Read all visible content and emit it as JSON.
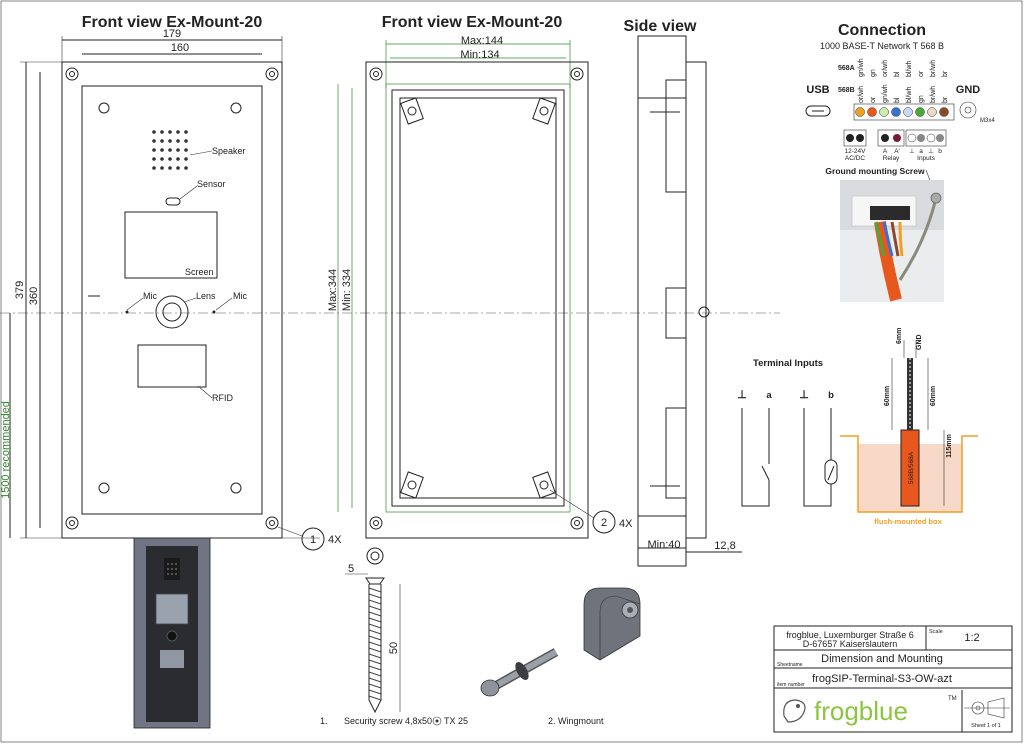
{
  "front1": {
    "title": "Front view Ex-Mount-20",
    "dim_width_outer": "179",
    "dim_width_inner": "160",
    "dim_height_outer": "379",
    "dim_height_inner": "360",
    "dim_floor": "1500 recommended",
    "label_speaker": "Speaker",
    "label_sensor": "Sensor",
    "label_screen": "Screen",
    "label_mic_left": "Mic",
    "label_lens": "Lens",
    "label_mic_right": "Mic",
    "label_rfid": "RFID",
    "callout_number": "1",
    "callout_qty": "4X"
  },
  "front2": {
    "title": "Front view Ex-Mount-20",
    "dim_max_w": "Max:144",
    "dim_min_w": "Min:134",
    "dim_max_h": "Max:344",
    "dim_min_h": "Min: 334",
    "callout_number": "2",
    "callout_qty": "4X"
  },
  "side": {
    "title": "Side view",
    "dim_min": "Min:40",
    "dim_depth": "12,8"
  },
  "connection": {
    "title": "Connection",
    "subtitle": "1000 BASE-T Network T 568 B",
    "row_568a": "568A",
    "row_568b": "568B",
    "label_usb": "USB",
    "label_gnd": "GND",
    "label_m3x4": "M3x4",
    "wires_568a": [
      "gn/wh",
      "gn",
      "or/wh",
      "bl",
      "bl/wh",
      "or",
      "br/wh",
      "br"
    ],
    "wires_568b": [
      "or/wh",
      "or",
      "gn/wh",
      "bl",
      "bl/wh",
      "gn",
      "br/wh",
      "br"
    ],
    "label_power": "12-24V",
    "label_acdc": "AC/DC",
    "label_relay": "Relay",
    "label_inputs": "Inputs",
    "relay_a1": "A",
    "relay_a2": "A'",
    "input_labels": [
      "⊥",
      "a",
      "⊥",
      "b"
    ],
    "ground_screw": "Ground mounting Screw"
  },
  "terminal": {
    "title": "Terminal Inputs",
    "g1": "⊥",
    "a": "a",
    "g2": "⊥",
    "b": "b"
  },
  "box": {
    "dim_6mm": "6mm",
    "label_gnd": "GND",
    "dim_60mm_left": "60mm",
    "dim_60mm_right": "60mm",
    "dim_115mm": "115mm",
    "cable_label": "568B/568A",
    "caption": "flush-mounted box",
    "colors": {
      "box_fill": "#f8d9c8",
      "box_line": "#f0a020",
      "cable": "#e8571d",
      "caption": "#f0a020"
    }
  },
  "parts": {
    "screw_dim_5": "5",
    "screw_dim_50": "50",
    "caption_1": "1.",
    "caption_screw": "Security screw 4,8x50",
    "caption_tx": "TX 25",
    "caption_wing": "2. Wingmount"
  },
  "titleblock": {
    "company": "frogblue, Luxemburger Straße 6",
    "address": "D-67657 Kaiserslautern",
    "scale_label": "Scale",
    "scale": "1:2",
    "sheetname_label": "Sheetname",
    "sheetname": "Dimension and Mounting",
    "item_label": "item number",
    "item": "frogSIP-Terminal-S3-OW-azt",
    "brand": "frogblue",
    "tm": "TM",
    "sheet": "Sheet 1 of 1",
    "brand_color": "#8cc63f"
  }
}
